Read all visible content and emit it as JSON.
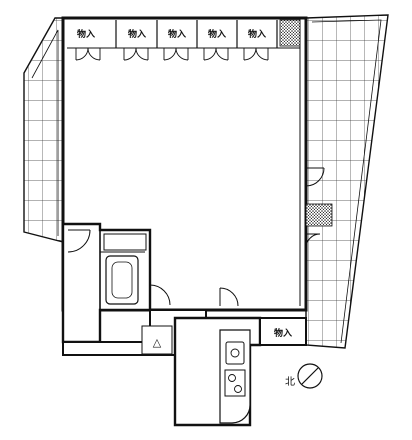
{
  "closets": [
    {
      "label": "物入"
    },
    {
      "label": "物入"
    },
    {
      "label": "物入"
    },
    {
      "label": "物入"
    },
    {
      "label": "物入"
    }
  ],
  "storage_bottom": {
    "label": "物入"
  },
  "stair_marker": "△",
  "north": {
    "label": "北"
  }
}
